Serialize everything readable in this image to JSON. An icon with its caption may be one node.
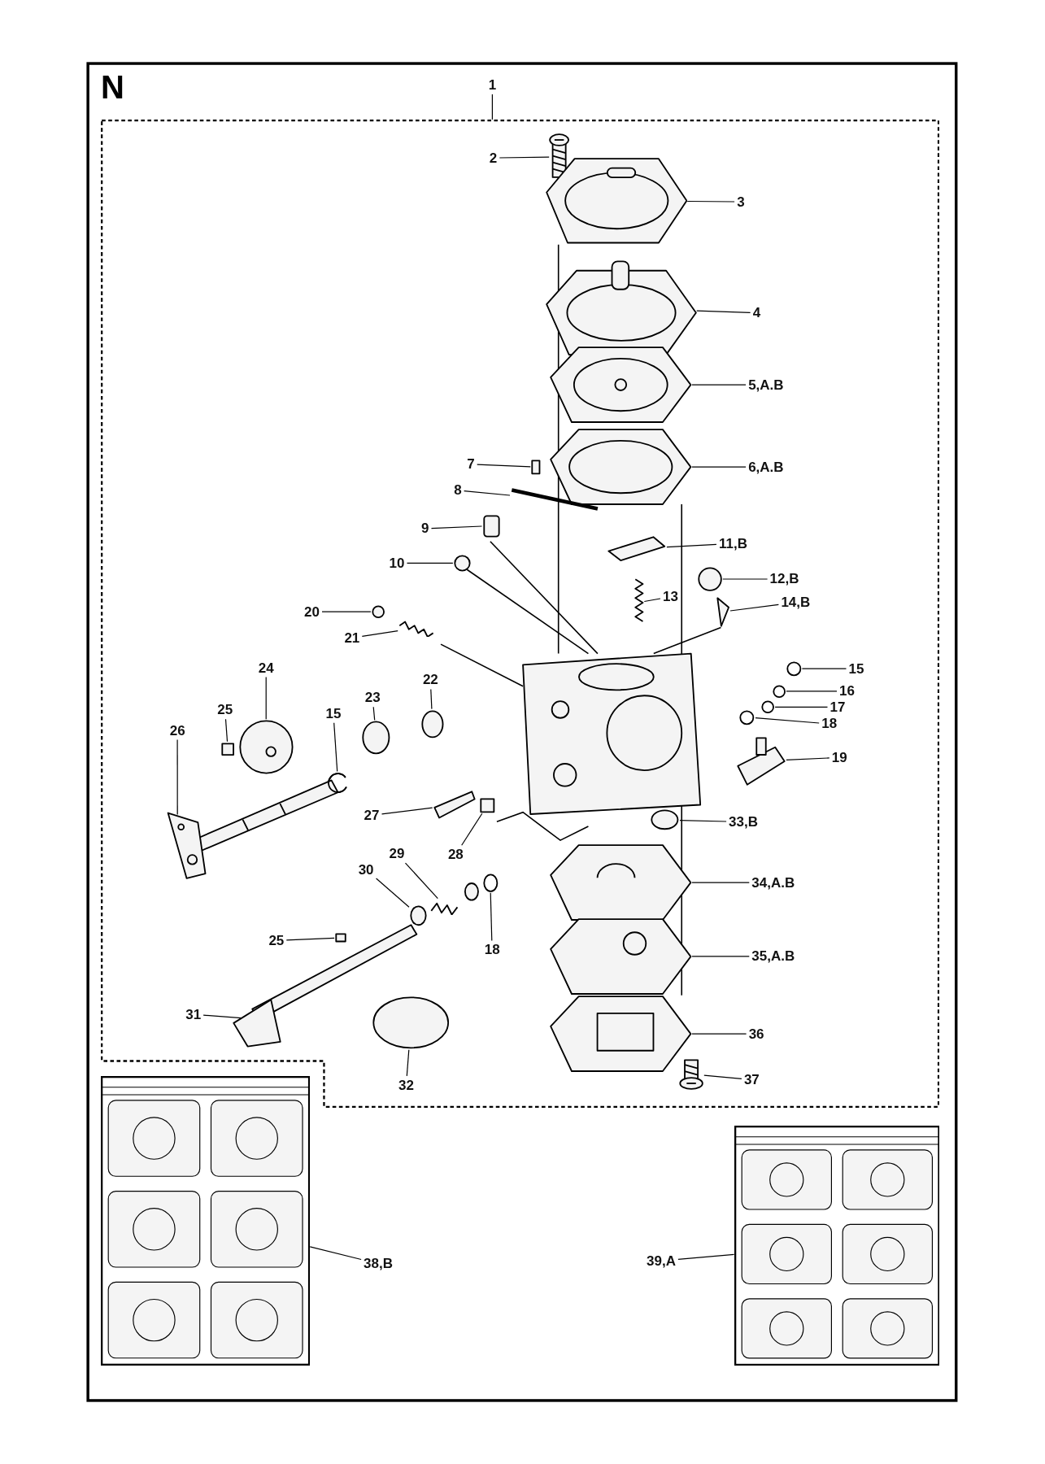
{
  "diagram": {
    "nodes": [
      {
        "text": [],
        "shape": "box"
      },
      {
        "text": [
          "1"
        ]
      },
      {
        "text": [
          "2"
        ],
        "in": 0
      },
      {
        "text": [
          "3"
        ],
        "in": 0
      },
      {
        "text": [
          "4"
        ],
        "in": 0
      },
      {
        "text": [
          "5,A.B"
        ],
        "in": 0
      },
      {
        "text": [
          "6,A.B"
        ],
        "in": 0
      },
      {
        "text": [
          "7"
        ],
        "in": 0
      },
      {
        "text": [
          "8"
        ],
        "in": 0
      },
      {
        "text": [
          "9"
        ],
        "in": 0
      },
      {
        "text": [
          "11,B"
        ],
        "in": 0
      },
      {
        "text": [
          "10"
        ],
        "in": 0
      },
      {
        "text": [
          "12,B"
        ],
        "in": 0
      },
      {
        "text": [
          "13"
        ],
        "in": 0
      },
      {
        "text": [
          "14,B"
        ],
        "in": 0
      },
      {
        "text": [
          "20"
        ],
        "in": 0
      },
      {
        "text": [
          "21"
        ],
        "in": 0
      },
      {
        "text": [
          "15"
        ],
        "in": 0
      },
      {
        "text": [
          "24"
        ],
        "in": 0
      },
      {
        "text": [
          "16"
        ],
        "in": 0
      },
      {
        "text": [
          "23"
        ],
        "in": 0
      },
      {
        "text": [
          "22"
        ],
        "in": 0
      },
      {
        "text": [
          "17"
        ],
        "in": 0
      },
      {
        "text": [
          "25"
        ],
        "in": 0
      },
      {
        "text": [
          "15"
        ],
        "in": 0
      },
      {
        "text": [
          "18"
        ],
        "in": 0
      },
      {
        "text": [
          "26"
        ],
        "in": 0
      },
      {
        "text": [
          "19"
        ],
        "in": 0
      },
      {
        "text": [
          "27"
        ],
        "in": 0
      },
      {
        "text": [
          "33,B"
        ],
        "in": 0
      },
      {
        "text": [
          "28"
        ],
        "in": 0
      },
      {
        "text": [
          "29"
        ],
        "in": 0
      },
      {
        "text": [
          "30"
        ],
        "in": 0
      },
      {
        "text": [
          "34,A.B"
        ],
        "in": 0
      },
      {
        "text": [
          "25"
        ],
        "in": 0
      },
      {
        "text": [
          "18"
        ],
        "in": 0
      },
      {
        "text": [
          "35,A.B"
        ],
        "in": 0
      },
      {
        "text": [
          "31"
        ],
        "in": 0
      },
      {
        "text": [
          "36"
        ],
        "in": 0
      },
      {
        "text": [
          "37"
        ],
        "in": 0
      },
      {
        "text": [
          "32"
        ],
        "in": 0
      },
      {
        "text": [],
        "shape": "picture"
      },
      {
        "text": [
          "38,B"
        ]
      },
      {
        "text": [],
        "shape": "picture"
      },
      {
        "text": [
          "39,A"
        ]
      },
      {
        "text": [],
        "shape": "picture",
        "in": 0
      },
      {
        "text": [],
        "shape": "picture",
        "in": 0
      },
      {
        "text": [],
        "shape": "picture",
        "in": 0
      },
      {
        "text": [],
        "shape": "picture",
        "in": 0
      },
      {
        "text": [],
        "shape": "picture",
        "in": 0
      },
      {
        "text": [],
        "shape": "box",
        "in": 0
      },
      {
        "text": [],
        "shape": "picture",
        "in": 0
      },
      {
        "text": [],
        "shape": "box",
        "in": 0
      },
      {
        "text": [],
        "shape": "picture",
        "in": 0
      },
      {
        "text": [],
        "shape": "circle",
        "in": 0
      },
      {
        "text": [],
        "shape": "circle",
        "in": 0
      },
      {
        "text": [],
        "shape": "picture",
        "in": 0
      },
      {
        "text": [],
        "shape": "picture",
        "in": 0
      },
      {
        "text": [],
        "shape": "circle",
        "in": 0
      },
      {
        "text": [],
        "shape": "picture",
        "in": 0
      },
      {
        "text": [],
        "shape": "circle",
        "in": 0
      },
      {
        "text": [],
        "shape": "picture",
        "in": 0
      },
      {
        "text": [],
        "shape": "circle",
        "in": 0
      },
      {
        "text": [],
        "shape": "circle",
        "in": 0
      },
      {
        "text": [],
        "shape": "circle",
        "in": 0
      },
      {
        "text": [],
        "shape": "circle",
        "in": 0
      },
      {
        "text": [],
        "shape": "box",
        "in": 0
      },
      {
        "text": [],
        "shape": "circle",
        "in": 0
      },
      {
        "text": [],
        "shape": "circle",
        "in": 0
      },
      {
        "text": [],
        "shape": "picture",
        "in": 0
      },
      {
        "text": [],
        "shape": "picture",
        "in": 0
      },
      {
        "text": [],
        "shape": "picture",
        "in": 0
      },
      {
        "text": [],
        "shape": "circle",
        "in": 0
      },
      {
        "text": [],
        "shape": "box",
        "in": 0
      },
      {
        "text": [],
        "shape": "picture",
        "in": 0
      },
      {
        "text": [],
        "shape": "circle",
        "in": 0
      },
      {
        "text": [],
        "shape": "picture",
        "in": 0
      },
      {
        "text": [],
        "shape": "box",
        "in": 0
      },
      {
        "text": [],
        "shape": "circle",
        "in": 0
      },
      {
        "text": [],
        "shape": "picture",
        "in": 0
      },
      {
        "text": [],
        "shape": "picture",
        "in": 0
      },
      {
        "text": [],
        "shape": "picture",
        "in": 0
      },
      {
        "text": [],
        "shape": "picture",
        "in": 0
      },
      {
        "text": [],
        "shape": "circle",
        "in": 0
      }
    ],
    "edges": [
      {
        "from": 1,
        "to": 0,
        "arrow": "none"
      },
      {
        "from": 2,
        "to": 45,
        "arrow": "none"
      },
      {
        "from": 3,
        "to": 46,
        "arrow": "none"
      },
      {
        "from": 4,
        "to": 47,
        "arrow": "none"
      },
      {
        "from": 5,
        "to": 48,
        "arrow": "none"
      },
      {
        "from": 6,
        "to": 49,
        "arrow": "none"
      },
      {
        "from": 7,
        "to": 50,
        "arrow": "none"
      },
      {
        "from": 8,
        "to": 51,
        "arrow": "none"
      },
      {
        "from": 9,
        "to": 52,
        "arrow": "none"
      },
      {
        "from": 10,
        "to": 53,
        "arrow": "none"
      },
      {
        "from": 11,
        "to": 54,
        "arrow": "none"
      },
      {
        "from": 12,
        "to": 55,
        "arrow": "none"
      },
      {
        "from": 13,
        "to": 56,
        "arrow": "none"
      },
      {
        "from": 14,
        "to": 57,
        "arrow": "none"
      },
      {
        "from": 15,
        "to": 58,
        "arrow": "none"
      },
      {
        "from": 16,
        "to": 59,
        "arrow": "none"
      },
      {
        "from": 17,
        "to": 60,
        "arrow": "none"
      },
      {
        "from": 18,
        "to": 61,
        "arrow": "none"
      },
      {
        "from": 19,
        "to": 62,
        "arrow": "none"
      },
      {
        "from": 20,
        "to": 63,
        "arrow": "none"
      },
      {
        "from": 21,
        "to": 64,
        "arrow": "none"
      },
      {
        "from": 22,
        "to": 65,
        "arrow": "none"
      },
      {
        "from": 23,
        "to": 66,
        "arrow": "none"
      },
      {
        "from": 24,
        "to": 67,
        "arrow": "none"
      },
      {
        "from": 25,
        "to": 68,
        "arrow": "none"
      },
      {
        "from": 26,
        "to": 69,
        "arrow": "none"
      },
      {
        "from": 27,
        "to": 70,
        "arrow": "none"
      },
      {
        "from": 28,
        "to": 71,
        "arrow": "none"
      },
      {
        "from": 29,
        "to": 72,
        "arrow": "none"
      },
      {
        "from": 30,
        "to": 73,
        "arrow": "none"
      },
      {
        "from": 31,
        "to": 74,
        "arrow": "none"
      },
      {
        "from": 32,
        "to": 75,
        "arrow": "none"
      },
      {
        "from": 33,
        "to": 76,
        "arrow": "none"
      },
      {
        "from": 34,
        "to": 77,
        "arrow": "none"
      },
      {
        "from": 35,
        "to": 78,
        "arrow": "none"
      },
      {
        "from": 36,
        "to": 79,
        "arrow": "none"
      },
      {
        "from": 37,
        "to": 80,
        "arrow": "none"
      },
      {
        "from": 38,
        "to": 81,
        "arrow": "none"
      },
      {
        "from": 39,
        "to": 82,
        "arrow": "none"
      },
      {
        "from": 40,
        "to": 83,
        "arrow": "none"
      },
      {
        "from": 42,
        "to": 41,
        "arrow": "none"
      },
      {
        "from": 44,
        "to": 43,
        "arrow": "none"
      }
    ],
    "labels": [
      "N"
    ]
  }
}
